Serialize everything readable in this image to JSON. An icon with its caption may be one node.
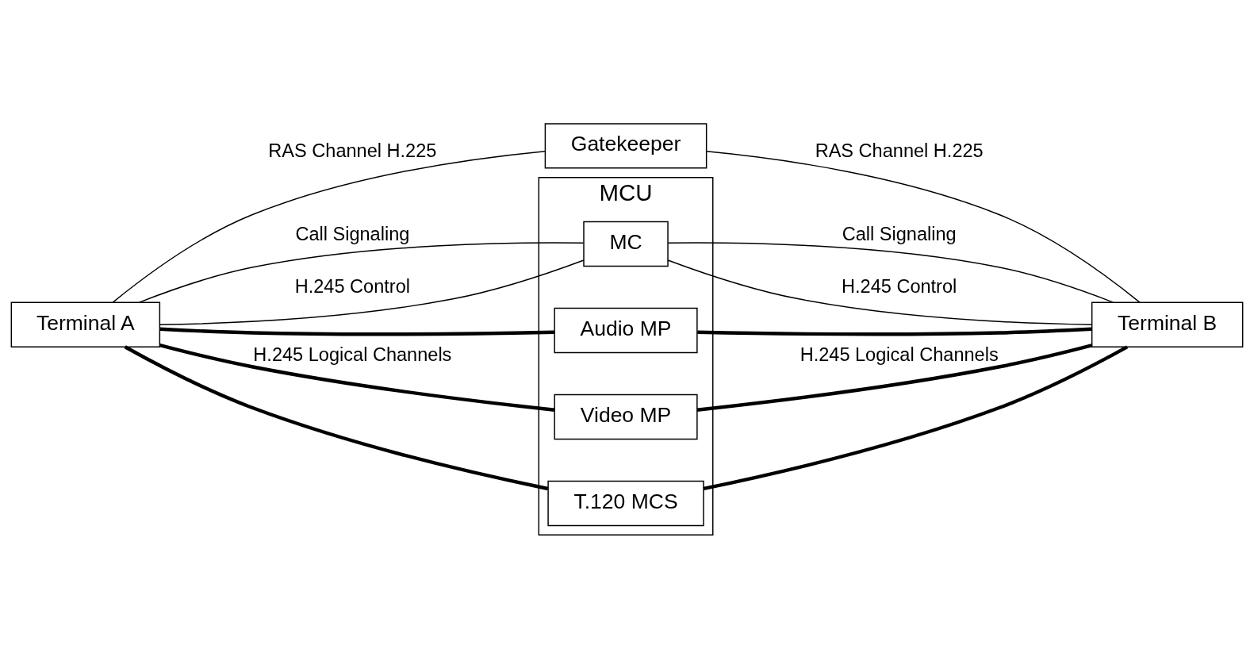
{
  "diagram": {
    "nodes": [
      {
        "text": [
          "Gatekeeper"
        ]
      },
      {
        "text": [
          "Terminal A"
        ]
      },
      {
        "text": [
          "MCU"
        ]
      },
      {
        "text": [
          "MC"
        ],
        "in": 2
      },
      {
        "text": [
          "Audio MP"
        ],
        "in": 2
      },
      {
        "text": [
          "Video MP"
        ],
        "in": 2
      },
      {
        "text": [
          "T.120 MCS"
        ],
        "in": 2
      },
      {
        "text": [
          "Terminal B"
        ]
      }
    ],
    "edges": [
      {
        "from": 0,
        "to": 1,
        "arrow": "none",
        "label": "RAS Channel H.225"
      },
      {
        "from": 0,
        "to": 7,
        "arrow": "none",
        "label": "RAS Channel H.225"
      },
      {
        "from": 1,
        "to": 3,
        "arrow": "none",
        "label": "Call Signaling"
      },
      {
        "from": 1,
        "to": 3,
        "arrow": "none",
        "label": "H.245 Control"
      },
      {
        "from": 7,
        "to": 3,
        "arrow": "none",
        "label": "Call Signaling"
      },
      {
        "from": 7,
        "to": 3,
        "arrow": "none",
        "label": "H.245 Control"
      },
      {
        "from": 1,
        "to": 4,
        "arrow": "none",
        "style": "thick"
      },
      {
        "from": 7,
        "to": 4,
        "arrow": "none",
        "style": "thick"
      },
      {
        "from": 1,
        "to": 5,
        "arrow": "none",
        "style": "thick",
        "label": "H.245 Logical Channels"
      },
      {
        "from": 7,
        "to": 5,
        "arrow": "none",
        "style": "thick",
        "label": "H.245 Logical Channels"
      },
      {
        "from": 1,
        "to": 6,
        "arrow": "none",
        "style": "thick"
      },
      {
        "from": 7,
        "to": 6,
        "arrow": "none",
        "style": "thick"
      }
    ]
  }
}
